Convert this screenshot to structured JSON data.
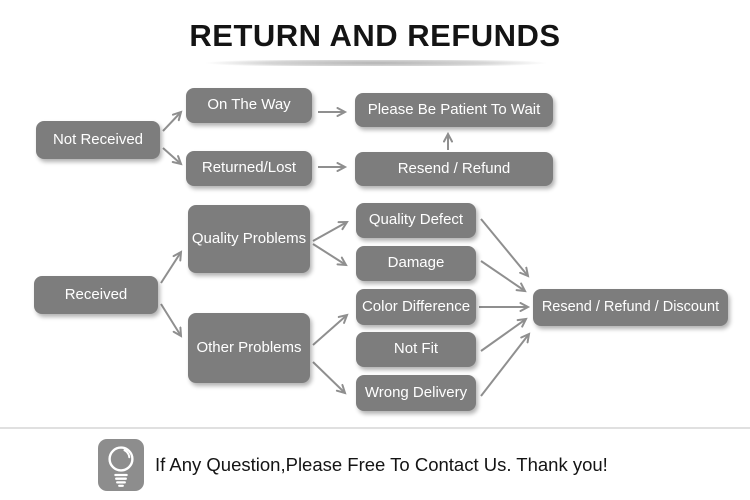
{
  "title": "RETURN AND REFUNDS",
  "diagram": {
    "nodes": {
      "not_received": "Not Received",
      "on_the_way": "On The Way",
      "returned_lost": "Returned/Lost",
      "please_wait": "Please Be Patient To Wait",
      "resend_refund": "Resend / Refund",
      "received": "Received",
      "quality_problems": "Quality Problems",
      "other_problems": "Other Problems",
      "quality_defect": "Quality Defect",
      "damage": "Damage",
      "color_difference": "Color Difference",
      "not_fit": "Not Fit",
      "wrong_delivery": "Wrong Delivery",
      "resend_refund_discount": "Resend / Refund / Discount"
    },
    "edges": [
      {
        "from": "not_received",
        "to": "on_the_way"
      },
      {
        "from": "not_received",
        "to": "returned_lost"
      },
      {
        "from": "on_the_way",
        "to": "please_wait"
      },
      {
        "from": "returned_lost",
        "to": "resend_refund"
      },
      {
        "from": "resend_refund",
        "to": "please_wait"
      },
      {
        "from": "received",
        "to": "quality_problems"
      },
      {
        "from": "received",
        "to": "other_problems"
      },
      {
        "from": "quality_problems",
        "to": "quality_defect"
      },
      {
        "from": "quality_problems",
        "to": "damage"
      },
      {
        "from": "other_problems",
        "to": "color_difference"
      },
      {
        "from": "other_problems",
        "to": "wrong_delivery"
      },
      {
        "from": "quality_defect",
        "to": "resend_refund_discount"
      },
      {
        "from": "damage",
        "to": "resend_refund_discount"
      },
      {
        "from": "color_difference",
        "to": "resend_refund_discount"
      },
      {
        "from": "not_fit",
        "to": "resend_refund_discount"
      },
      {
        "from": "wrong_delivery",
        "to": "resend_refund_discount"
      }
    ]
  },
  "footer": {
    "icon": "lightbulb-icon",
    "message": "If Any Question,Please Free To Contact Us. Thank you!"
  },
  "colors": {
    "node_fill": "#7d7d7d",
    "node_text": "#ffffff",
    "arrow": "#8f8f8f",
    "title_text": "#141414",
    "footer_text": "#141414",
    "icon_bg": "#8d8d8d",
    "separator": "#e0e0e0"
  }
}
